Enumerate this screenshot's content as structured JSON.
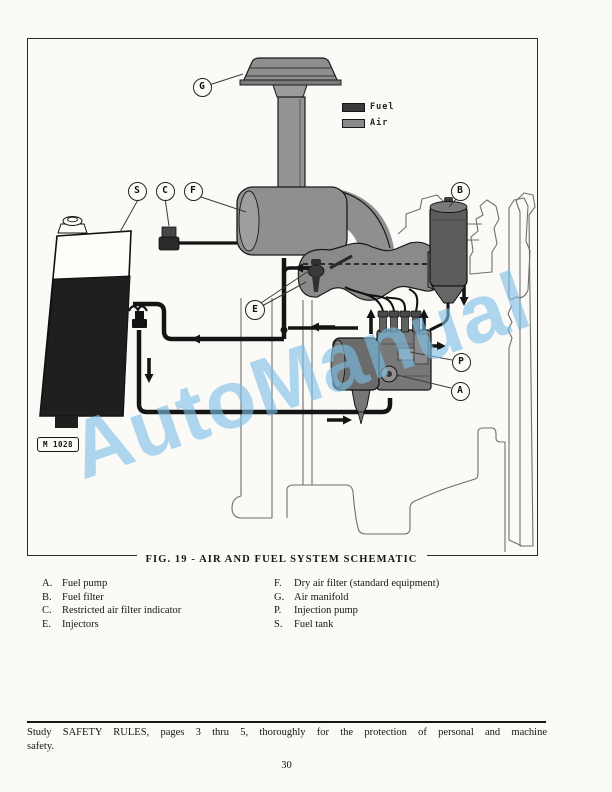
{
  "page": {
    "number": "30"
  },
  "figure": {
    "caption": "FIG. 19 - AIR AND FUEL SYSTEM SCHEMATIC",
    "photo_ref": "M 1028",
    "watermark": {
      "text": "AutoManual",
      "color": "#7dbee6"
    },
    "legend": [
      {
        "label": "Fuel",
        "color": "#3a3a3a"
      },
      {
        "label": "Air",
        "color": "#8a8a8a"
      }
    ],
    "callouts": [
      {
        "letter": "G"
      },
      {
        "letter": "S"
      },
      {
        "letter": "C"
      },
      {
        "letter": "F"
      },
      {
        "letter": "B"
      },
      {
        "letter": "E"
      },
      {
        "letter": "P"
      },
      {
        "letter": "A"
      }
    ]
  },
  "key_list": {
    "left": [
      {
        "key": "A.",
        "label": "Fuel pump"
      },
      {
        "key": "B.",
        "label": "Fuel filter"
      },
      {
        "key": "C.",
        "label": "Restricted air filter indicator"
      },
      {
        "key": "E.",
        "label": "Injectors"
      }
    ],
    "right": [
      {
        "key": "F.",
        "label": "Dry air filter (standard equipment)"
      },
      {
        "key": "G.",
        "label": "Air manifold"
      },
      {
        "key": "P.",
        "label": "Injection pump"
      },
      {
        "key": "S.",
        "label": "Fuel tank"
      }
    ]
  },
  "footer": {
    "line1": "Study SAFETY RULES, pages 3 thru 5, thoroughly for the protection of personal and machine",
    "line2": "safety."
  }
}
